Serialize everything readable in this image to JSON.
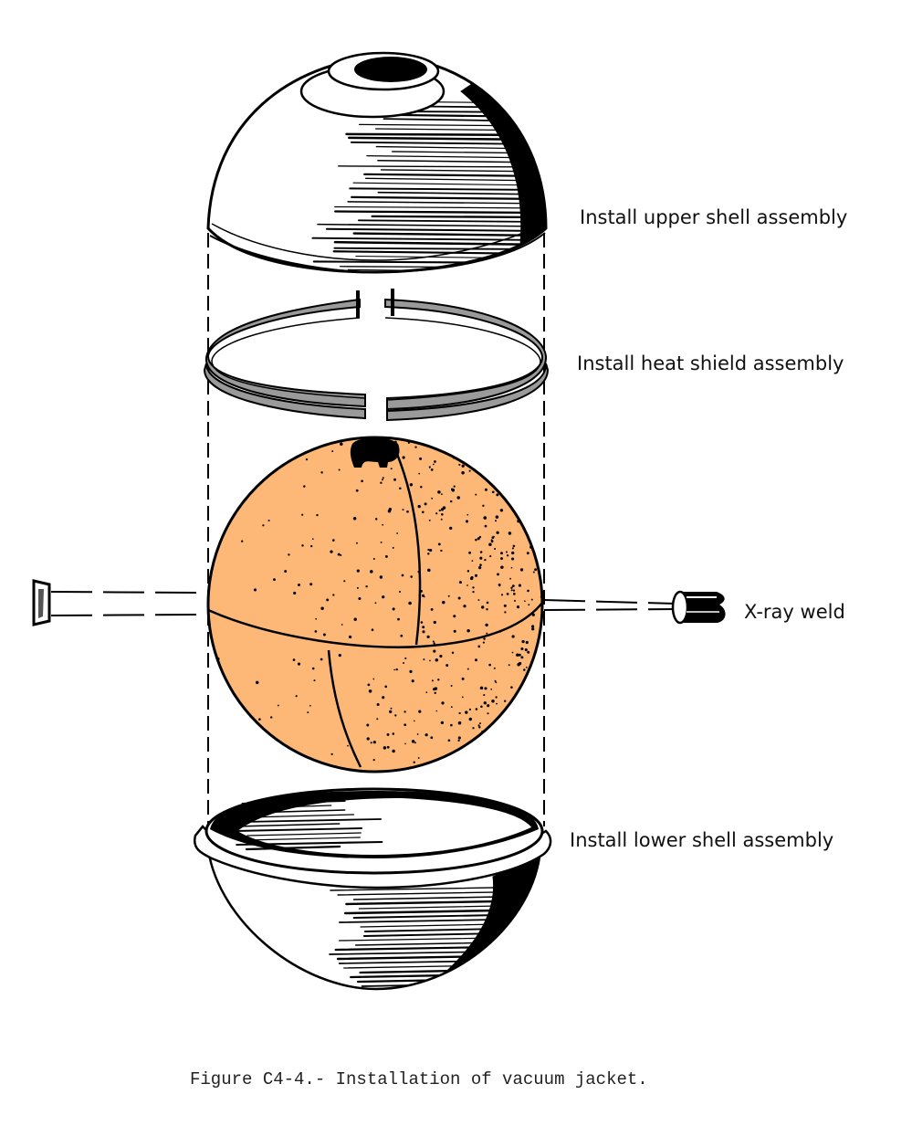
{
  "labels": {
    "upper_shell": "Install upper shell assembly",
    "heat_shield": "Install heat shield assembly",
    "xray_weld": "X-ray weld",
    "lower_shell": "Install lower shell assembly"
  },
  "caption": "Figure C4-4.- Installation of vacuum jacket.",
  "colors": {
    "sphere_fill": "#FDB877",
    "heat_shield_fill": "#9A9A9A",
    "ink": "#000000"
  },
  "icons": {
    "upper_shell": "hemisphere-dome",
    "heat_shield": "split-ring",
    "sphere": "inner-sphere-tank",
    "xray_source": "xray-source-tube",
    "xray_film": "film-cartridge",
    "lower_shell": "hemisphere-bowl"
  }
}
